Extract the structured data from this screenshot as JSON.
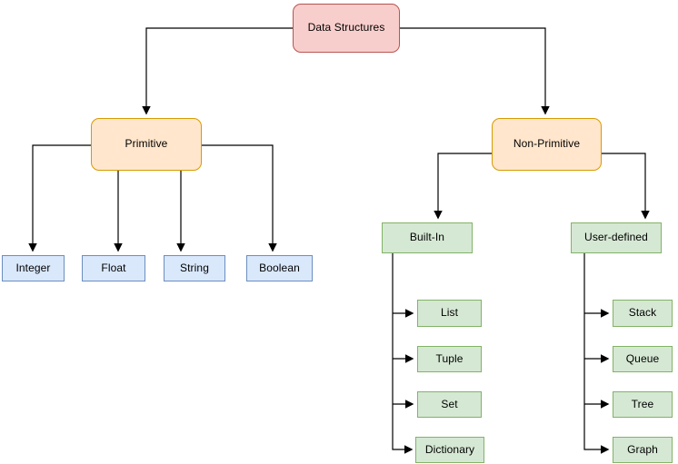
{
  "diagram": {
    "type": "tree",
    "title": "Data Structures",
    "nodes": {
      "root": {
        "label": "Data Structures"
      },
      "primitive": {
        "label": "Primitive"
      },
      "non_primitive": {
        "label": "Non-Primitive"
      },
      "integer": {
        "label": "Integer"
      },
      "float": {
        "label": "Float"
      },
      "string": {
        "label": "String"
      },
      "boolean": {
        "label": "Boolean"
      },
      "built_in": {
        "label": "Built-In"
      },
      "user_defined": {
        "label": "User-defined"
      },
      "list": {
        "label": "List"
      },
      "tuple": {
        "label": "Tuple"
      },
      "set": {
        "label": "Set"
      },
      "dictionary": {
        "label": "Dictionary"
      },
      "stack": {
        "label": "Stack"
      },
      "queue": {
        "label": "Queue"
      },
      "tree": {
        "label": "Tree"
      },
      "graph": {
        "label": "Graph"
      }
    },
    "edges": [
      [
        "Data Structures",
        "Primitive"
      ],
      [
        "Data Structures",
        "Non-Primitive"
      ],
      [
        "Primitive",
        "Integer"
      ],
      [
        "Primitive",
        "Float"
      ],
      [
        "Primitive",
        "String"
      ],
      [
        "Primitive",
        "Boolean"
      ],
      [
        "Non-Primitive",
        "Built-In"
      ],
      [
        "Non-Primitive",
        "User-defined"
      ],
      [
        "Built-In",
        "List"
      ],
      [
        "Built-In",
        "Tuple"
      ],
      [
        "Built-In",
        "Set"
      ],
      [
        "Built-In",
        "Dictionary"
      ],
      [
        "User-defined",
        "Stack"
      ],
      [
        "User-defined",
        "Queue"
      ],
      [
        "User-defined",
        "Tree"
      ],
      [
        "User-defined",
        "Graph"
      ]
    ],
    "colors": {
      "red_fill": "#f8cecc",
      "red_stroke": "#b85450",
      "orange_fill": "#ffe6cc",
      "orange_stroke": "#d79b00",
      "blue_fill": "#dae8fc",
      "blue_stroke": "#6c8ebf",
      "green_fill": "#d5e8d4",
      "green_stroke": "#82b366",
      "connector": "#000000"
    }
  }
}
